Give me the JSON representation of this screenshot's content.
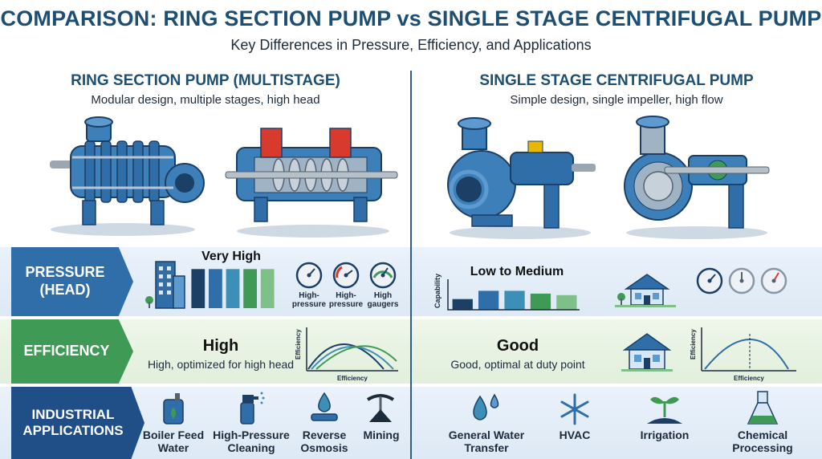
{
  "header": {
    "title": "COMPARISON: RING SECTION PUMP vs SINGLE STAGE CENTRIFUGAL PUMP",
    "subtitle": "Key Differences in Pressure, Efficiency, and Applications"
  },
  "left": {
    "heading": "RING SECTION PUMP (MULTISTAGE)",
    "subheading": "Modular design, multiple stages, high head"
  },
  "right": {
    "heading": "SINGLE STAGE CENTRIFUGAL PUMP",
    "subheading": "Simple design, single impeller, high flow"
  },
  "rows": {
    "pressure": {
      "label_line1": "PRESSURE",
      "label_line2": "(HEAD)",
      "left_rating": "Very High",
      "left_gauges": [
        {
          "line1": "High-",
          "line2": "pressure"
        },
        {
          "line1": "High-",
          "line2": "pressure"
        },
        {
          "line1": "High",
          "line2": "gaugers"
        }
      ],
      "right_rating": "Low to Medium",
      "right_axis": "Capability"
    },
    "efficiency": {
      "label": "EFFICIENCY",
      "left_rating": "High",
      "left_desc": "High, optimized for high head",
      "right_rating": "Good",
      "right_desc": "Good, optimal at duty point",
      "axis_y": "Efficiency",
      "axis_x": "Efficiency"
    },
    "applications": {
      "label_line1": "INDUSTRIAL",
      "label_line2": "APPLICATIONS",
      "left_items": [
        {
          "line1": "Boiler Feed",
          "line2": "Water",
          "icon": "boiler-icon"
        },
        {
          "line1": "High-Pressure",
          "line2": "Cleaning",
          "icon": "spray-bottle-icon"
        },
        {
          "line1": "Reverse",
          "line2": "Osmosis",
          "icon": "water-drop-filter-icon"
        },
        {
          "line1": "Mining",
          "line2": "",
          "icon": "pickaxe-hammer-icon"
        }
      ],
      "right_items": [
        {
          "line1": "General Water",
          "line2": "Transfer",
          "icon": "water-drops-icon"
        },
        {
          "line1": "HVAC",
          "line2": "",
          "icon": "snowflake-icon"
        },
        {
          "line1": "Irrigation",
          "line2": "",
          "icon": "sprout-icon"
        },
        {
          "line1": "Chemical",
          "line2": "Processing",
          "icon": "flask-icon"
        }
      ]
    }
  },
  "chart_data": [
    {
      "type": "bar",
      "title": "Very High",
      "series": [
        {
          "values": [
            0.87,
            0.87,
            0.87,
            0.87,
            0.87
          ]
        }
      ],
      "colors": [
        "#1c3f66",
        "#2f6ea8",
        "#3e8fb8",
        "#3f9a55",
        "#7fc089"
      ]
    },
    {
      "type": "bar",
      "title": "Low to Medium",
      "ylabel": "Capability",
      "series": [
        {
          "values": [
            0.35,
            0.62,
            0.62,
            0.53,
            0.48
          ]
        }
      ],
      "colors": [
        "#1c3f66",
        "#2f6ea8",
        "#3e8fb8",
        "#3f9a55",
        "#7fc089"
      ]
    }
  ],
  "colors": {
    "title": "#1d4f73",
    "pressure_tag": "#2f6ea8",
    "efficiency_tag": "#3f9a55",
    "applications_tag": "#1f4f86",
    "pump_blue": "#3d7fb8"
  }
}
